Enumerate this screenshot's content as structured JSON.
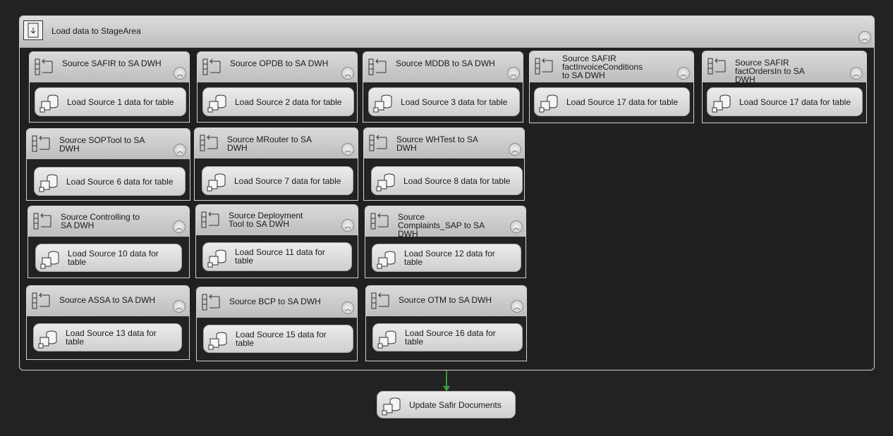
{
  "outer": {
    "title": "Load data to StageArea"
  },
  "containers": [
    {
      "title": "Source SAFIR to SA DWH",
      "task": "Load Source 1 data for table"
    },
    {
      "title": "Source OPDB to SA DWH",
      "task": "Load Source 2 data for table"
    },
    {
      "title": "Source MDDB to SA DWH",
      "task": "Load Source 3 data for table"
    },
    {
      "title": "Source SAFIR factInvoiceConditions to SA DWH",
      "task": "Load Source 17 data for table"
    },
    {
      "title": "Source SAFIR factOrdersIn to SA DWH",
      "task": "Load Source 17 data for table"
    },
    {
      "title": "Source SOPTool to SA DWH",
      "task": "Load Source 6 data for table"
    },
    {
      "title": "Source MRouter to SA DWH",
      "task": "Load Source 7 data for table"
    },
    {
      "title": "Source WHTest to SA DWH",
      "task": "Load Source 8 data for table"
    },
    {
      "title": "Source Controlling to SA DWH",
      "task": "Load Source 10 data for table"
    },
    {
      "title": "Source Deployment Tool to SA DWH",
      "task": "Load Source 11 data for table"
    },
    {
      "title": "Source Complaints_SAP to SA DWH",
      "task": "Load Source 12 data for table"
    },
    {
      "title": "Source ASSA to SA DWH",
      "task": "Load Source 13 data for table"
    },
    {
      "title": "Source BCP to SA DWH",
      "task": "Load Source 15 data for table"
    },
    {
      "title": "Source OTM to SA DWH",
      "task": "Load Source 16 data for table"
    }
  ],
  "final_task": {
    "label": "Update Safir Documents"
  },
  "colors": {
    "canvas": "#222222",
    "connector": "#3a9a3a",
    "header": "#cccccc"
  },
  "icons": {
    "sequence": "sequence-container-icon",
    "container": "container-icon",
    "task": "sql-task-icon",
    "collapse": "chevron-up-icon"
  }
}
